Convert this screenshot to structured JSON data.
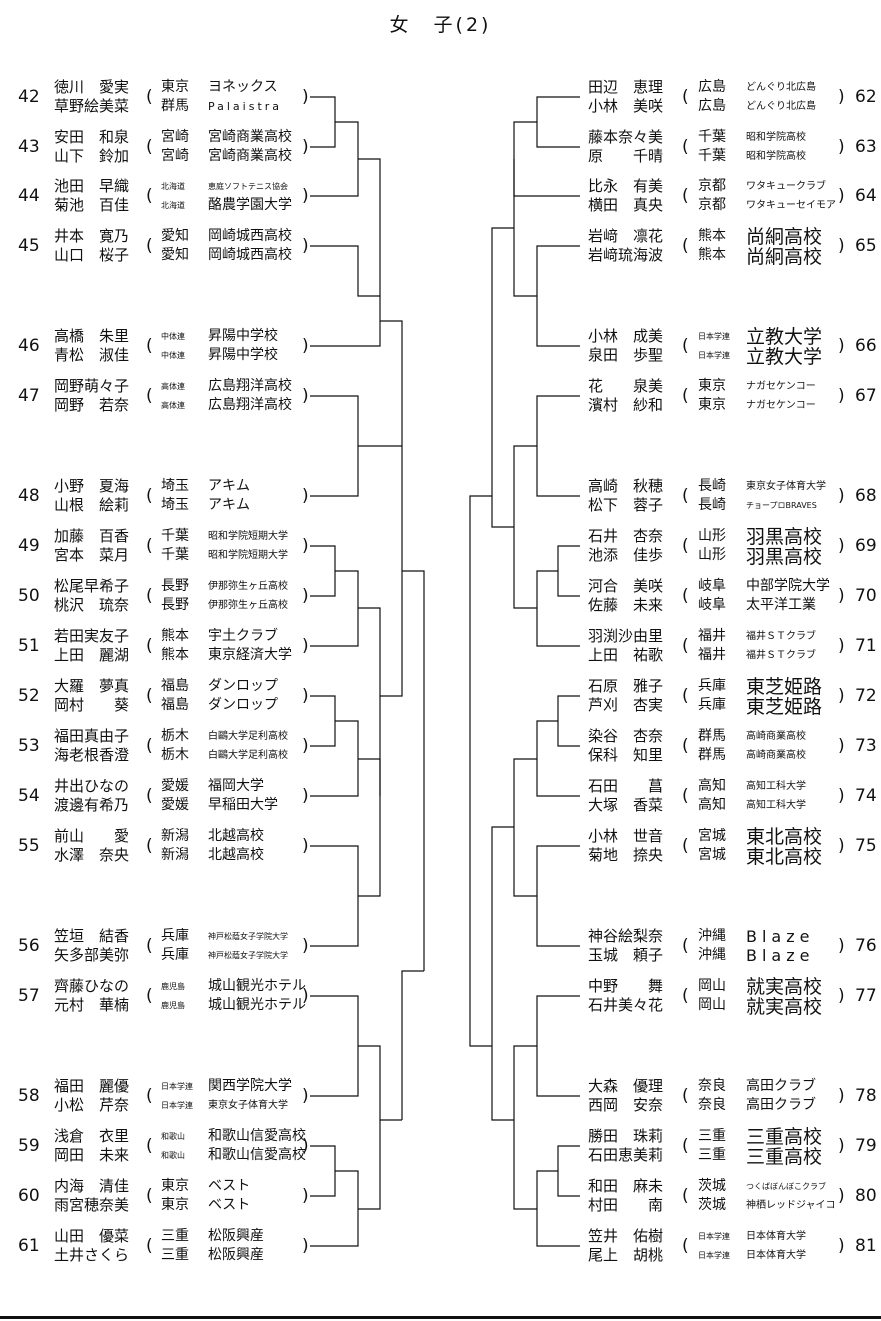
{
  "title": "女　子(2)",
  "left": [
    {
      "num": "42",
      "p1": "徳川　愛実",
      "p2": "草野絵美菜",
      "f1": "東京",
      "f2": "群馬",
      "c1": "ヨネックス",
      "c2": "Palaistra",
      "cs2": "wide"
    },
    {
      "num": "43",
      "p1": "安田　和泉",
      "p2": "山下　鈴加",
      "f1": "宮崎",
      "f2": "宮崎",
      "c1": "宮崎商業高校",
      "c2": "宮崎商業高校"
    },
    {
      "num": "44",
      "p1": "池田　早織",
      "p2": "菊池　百佳",
      "f1": "北海道",
      "f2": "北海道",
      "fs": "sm",
      "c1": "恵庭ソフトテニス協会",
      "c2": "酪農学園大学",
      "cs1": "xs"
    },
    {
      "num": "45",
      "p1": "井本　寛乃",
      "p2": "山口　桜子",
      "f1": "愛知",
      "f2": "愛知",
      "c1": "岡崎城西高校",
      "c2": "岡崎城西高校"
    },
    {
      "num": "46",
      "p1": "高橋　朱里",
      "p2": "青松　淑佳",
      "f1": "中体連",
      "f2": "中体連",
      "fs": "sm",
      "c1": "昇陽中学校",
      "c2": "昇陽中学校"
    },
    {
      "num": "47",
      "p1": "岡野萌々子",
      "p2": "岡野　若奈",
      "f1": "高体連",
      "f2": "高体連",
      "fs": "sm",
      "c1": "広島翔洋高校",
      "c2": "広島翔洋高校"
    },
    {
      "num": "48",
      "p1": "小野　夏海",
      "p2": "山根　絵莉",
      "f1": "埼玉",
      "f2": "埼玉",
      "c1": "アキム",
      "c2": "アキム"
    },
    {
      "num": "49",
      "p1": "加藤　百香",
      "p2": "宮本　菜月",
      "f1": "千葉",
      "f2": "千葉",
      "c1": "昭和学院短期大学",
      "c2": "昭和学院短期大学",
      "cs1": "sm",
      "cs2": "sm"
    },
    {
      "num": "50",
      "p1": "松尾早希子",
      "p2": "桃沢　琉奈",
      "f1": "長野",
      "f2": "長野",
      "c1": "伊那弥生ヶ丘高校",
      "c2": "伊那弥生ヶ丘高校",
      "cs1": "sm",
      "cs2": "sm"
    },
    {
      "num": "51",
      "p1": "若田実友子",
      "p2": "上田　麗湖",
      "f1": "熊本",
      "f2": "熊本",
      "c1": "宇土クラブ",
      "c2": "東京経済大学"
    },
    {
      "num": "52",
      "p1": "大羅　夢真",
      "p2": "岡村　　葵",
      "f1": "福島",
      "f2": "福島",
      "c1": "ダンロップ",
      "c2": "ダンロップ"
    },
    {
      "num": "53",
      "p1": "福田真由子",
      "p2": "海老根香澄",
      "f1": "栃木",
      "f2": "栃木",
      "c1": "白鷗大学足利高校",
      "c2": "白鷗大学足利高校",
      "cs1": "sm",
      "cs2": "sm"
    },
    {
      "num": "54",
      "p1": "井出ひなの",
      "p2": "渡邊有希乃",
      "f1": "愛媛",
      "f2": "愛媛",
      "c1": "福岡大学",
      "c2": "早稲田大学"
    },
    {
      "num": "55",
      "p1": "前山　　愛",
      "p2": "水澤　奈央",
      "f1": "新潟",
      "f2": "新潟",
      "c1": "北越高校",
      "c2": "北越高校"
    },
    {
      "num": "56",
      "p1": "笠垣　結香",
      "p2": "矢多部美弥",
      "f1": "兵庫",
      "f2": "兵庫",
      "c1": "神戸松蔭女子学院大学",
      "c2": "神戸松蔭女子学院大学",
      "cs1": "xs",
      "cs2": "xs"
    },
    {
      "num": "57",
      "p1": "齊藤ひなの",
      "p2": "元村　華楠",
      "f1": "鹿児島",
      "f2": "鹿児島",
      "fs": "sm",
      "c1": "城山観光ホテル",
      "c2": "城山観光ホテル"
    },
    {
      "num": "58",
      "p1": "福田　麗優",
      "p2": "小松　芹奈",
      "f1": "日本学連",
      "f2": "日本学連",
      "fs": "sm",
      "c1": "関西学院大学",
      "c2": "東京女子体育大学",
      "cs2": "sm"
    },
    {
      "num": "59",
      "p1": "浅倉　衣里",
      "p2": "岡田　未来",
      "f1": "和歌山",
      "f2": "和歌山",
      "fs": "sm",
      "c1": "和歌山信愛高校",
      "c2": "和歌山信愛高校"
    },
    {
      "num": "60",
      "p1": "内海　清佳",
      "p2": "雨宮穂奈美",
      "f1": "東京",
      "f2": "東京",
      "c1": "ベスト",
      "c2": "ベスト"
    },
    {
      "num": "61",
      "p1": "山田　優菜",
      "p2": "土井さくら",
      "f1": "三重",
      "f2": "三重",
      "c1": "松阪興産",
      "c2": "松阪興産"
    }
  ],
  "right": [
    {
      "num": "62",
      "p1": "田辺　恵理",
      "p2": "小林　美咲",
      "f1": "広島",
      "f2": "広島",
      "c1": "どんぐり北広島",
      "c2": "どんぐり北広島",
      "cs1": "sm",
      "cs2": "sm"
    },
    {
      "num": "63",
      "p1": "藤本奈々美",
      "p2": "原　　千晴",
      "f1": "千葉",
      "f2": "千葉",
      "c1": "昭和学院高校",
      "c2": "昭和学院高校",
      "cs1": "sm",
      "cs2": "sm"
    },
    {
      "num": "64",
      "p1": "比永　有美",
      "p2": "横田　真央",
      "f1": "京都",
      "f2": "京都",
      "c1": "ワタキュークラブ",
      "c2": "ワタキューセイモア",
      "cs1": "sm",
      "cs2": "sm"
    },
    {
      "num": "65",
      "p1": "岩﨑　凛花",
      "p2": "岩﨑琉海波",
      "f1": "熊本",
      "f2": "熊本",
      "c1": "尚絅高校",
      "c2": "尚絅高校",
      "cs1": "lg",
      "cs2": "lg"
    },
    {
      "num": "66",
      "p1": "小林　成美",
      "p2": "泉田　歩聖",
      "f1": "日本学連",
      "f2": "日本学連",
      "fs": "sm",
      "c1": "立教大学",
      "c2": "立教大学",
      "cs1": "lg",
      "cs2": "lg"
    },
    {
      "num": "67",
      "p1": "花　　泉美",
      "p2": "濱村　紗和",
      "f1": "東京",
      "f2": "東京",
      "c1": "ナガセケンコー",
      "c2": "ナガセケンコー",
      "cs1": "sm",
      "cs2": "sm"
    },
    {
      "num": "68",
      "p1": "高崎　秋穂",
      "p2": "松下　蓉子",
      "f1": "長崎",
      "f2": "長崎",
      "c1": "東京女子体育大学",
      "c2": "チョープロBRAVES",
      "cs1": "sm",
      "cs2": "xs"
    },
    {
      "num": "69",
      "p1": "石井　杏奈",
      "p2": "池添　佳歩",
      "f1": "山形",
      "f2": "山形",
      "c1": "羽黒高校",
      "c2": "羽黒高校",
      "cs1": "lg",
      "cs2": "lg"
    },
    {
      "num": "70",
      "p1": "河合　美咲",
      "p2": "佐藤　未来",
      "f1": "岐阜",
      "f2": "岐阜",
      "c1": "中部学院大学",
      "c2": "太平洋工業"
    },
    {
      "num": "71",
      "p1": "羽渕沙由里",
      "p2": "上田　祐歌",
      "f1": "福井",
      "f2": "福井",
      "c1": "福井ＳＴクラブ",
      "c2": "福井ＳＴクラブ",
      "cs1": "sm",
      "cs2": "sm"
    },
    {
      "num": "72",
      "p1": "石原　雅子",
      "p2": "芦刈　杏実",
      "f1": "兵庫",
      "f2": "兵庫",
      "c1": "東芝姫路",
      "c2": "東芝姫路",
      "cs1": "lg",
      "cs2": "lg"
    },
    {
      "num": "73",
      "p1": "染谷　杏奈",
      "p2": "保科　知里",
      "f1": "群馬",
      "f2": "群馬",
      "c1": "高崎商業高校",
      "c2": "高崎商業高校",
      "cs1": "sm",
      "cs2": "sm"
    },
    {
      "num": "74",
      "p1": "石田　　菖",
      "p2": "大塚　香菜",
      "f1": "高知",
      "f2": "高知",
      "c1": "高知工科大学",
      "c2": "高知工科大学",
      "cs1": "sm",
      "cs2": "sm"
    },
    {
      "num": "75",
      "p1": "小林　世音",
      "p2": "菊地　捺央",
      "f1": "宮城",
      "f2": "宮城",
      "c1": "東北高校",
      "c2": "東北高校",
      "cs1": "lg",
      "cs2": "lg"
    },
    {
      "num": "76",
      "p1": "神谷絵梨奈",
      "p2": "玉城　頼子",
      "f1": "沖縄",
      "f2": "沖縄",
      "c1": "Blaze",
      "c2": "Blaze",
      "cs1": "wide2",
      "cs2": "wide2"
    },
    {
      "num": "77",
      "p1": "中野　　舞",
      "p2": "石井美々花",
      "f1": "岡山",
      "f2": "岡山",
      "c1": "就実高校",
      "c2": "就実高校",
      "cs1": "lg",
      "cs2": "lg"
    },
    {
      "num": "78",
      "p1": "大森　優理",
      "p2": "西岡　安奈",
      "f1": "奈良",
      "f2": "奈良",
      "c1": "高田クラブ",
      "c2": "高田クラブ"
    },
    {
      "num": "79",
      "p1": "勝田　珠莉",
      "p2": "石田恵美莉",
      "f1": "三重",
      "f2": "三重",
      "c1": "三重高校",
      "c2": "三重高校",
      "cs1": "lg",
      "cs2": "lg"
    },
    {
      "num": "80",
      "p1": "和田　麻未",
      "p2": "村田　　南",
      "f1": "茨城",
      "f2": "茨城",
      "c1": "つくばぼんぼこクラブ",
      "c2": "神栖レッドジャイコ",
      "cs1": "xs",
      "cs2": "sm"
    },
    {
      "num": "81",
      "p1": "笠井　佑樹",
      "p2": "尾上　胡桃",
      "f1": "日本学連",
      "f2": "日本学連",
      "fs": "sm",
      "c1": "日本体育大学",
      "c2": "日本体育大学",
      "cs1": "sm",
      "cs2": "sm"
    }
  ]
}
